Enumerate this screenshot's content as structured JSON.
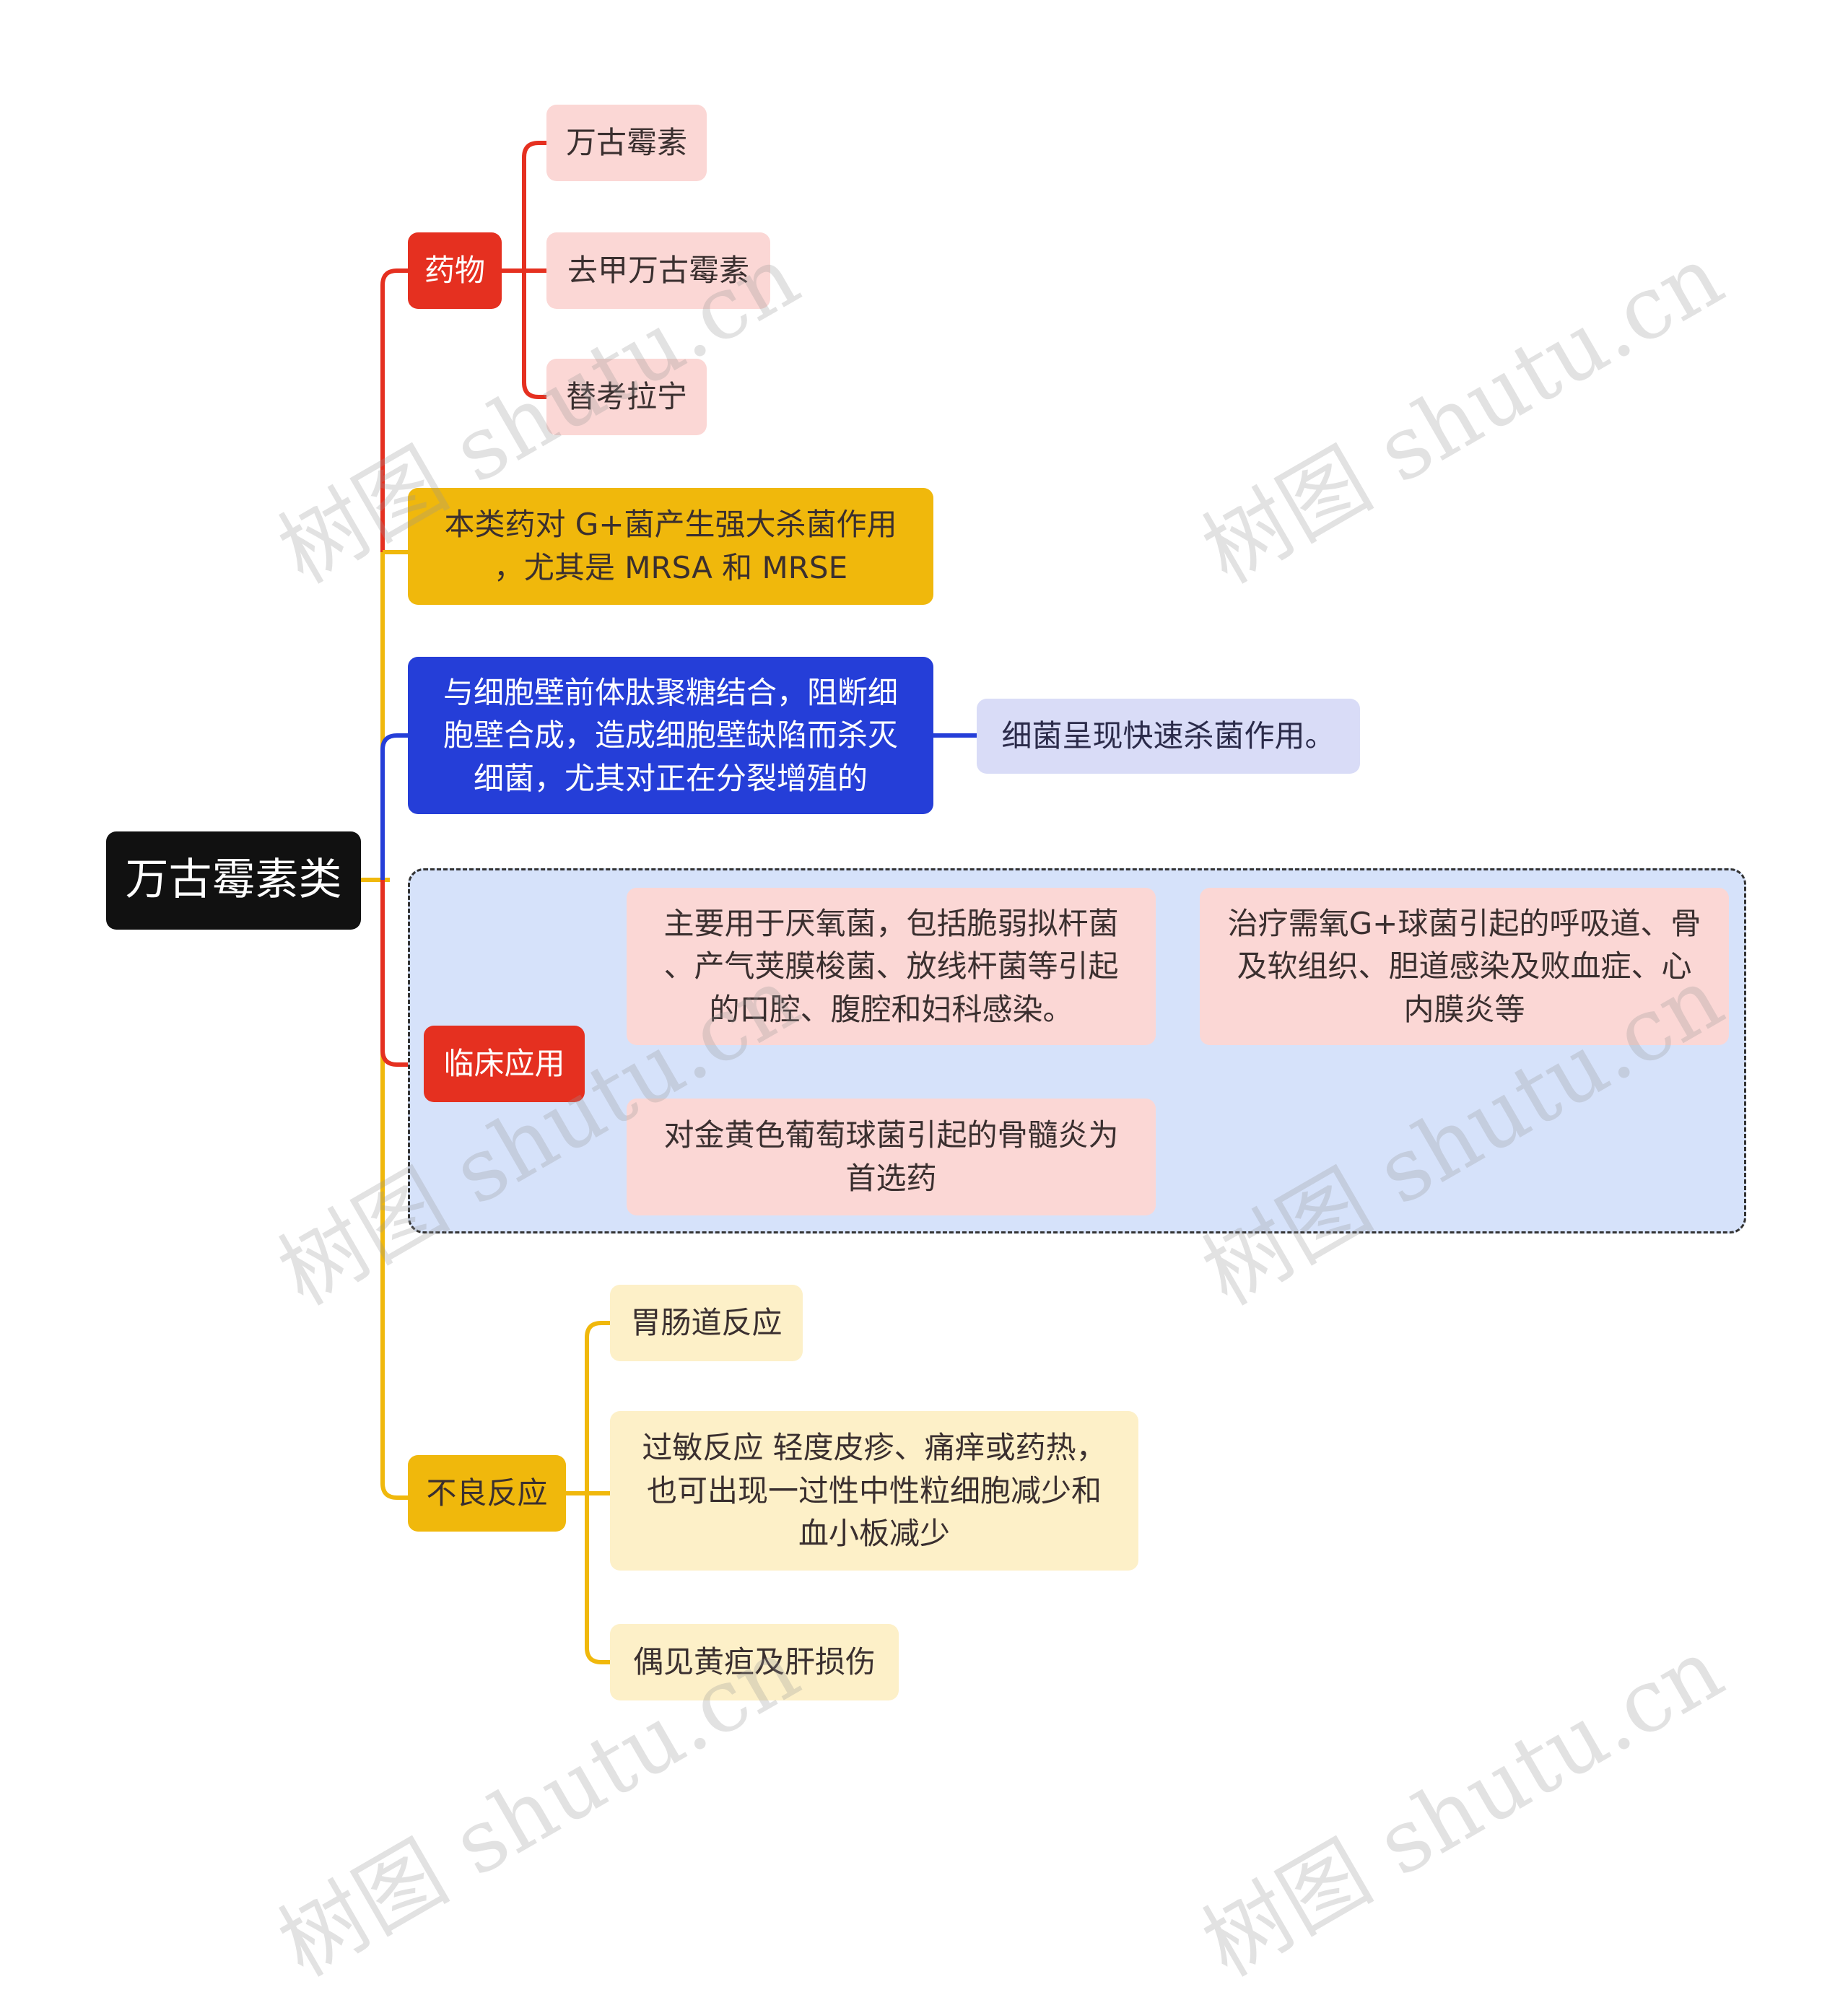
{
  "root": {
    "label": "万古霉素类"
  },
  "branches": {
    "drugs": {
      "label": "药物",
      "items": [
        "万古霉素",
        "去甲万古霉素",
        "替考拉宁"
      ]
    },
    "spectrum": {
      "line1": "本类药对 G+菌产生强大杀菌作用",
      "line2": "，尤其是 MRSA 和 MRSE"
    },
    "mechanism": {
      "line1": "与细胞壁前体肽聚糖结合，阻断细",
      "line2": "胞壁合成，造成细胞壁缺陷而杀灭",
      "line3": "细菌，尤其对正在分裂增殖的",
      "child": "细菌呈现快速杀菌作用。"
    },
    "clinical": {
      "label": "临床应用",
      "item1": {
        "line1": "主要用于厌氧菌，包括脆弱拟杆菌",
        "line2": "、产气荚膜梭菌、放线杆菌等引起",
        "line3": "的口腔、腹腔和妇科感染。"
      },
      "item1_child": {
        "line1": "治疗需氧G+球菌引起的呼吸道、骨",
        "line2": "及软组织、胆道感染及败血症、心",
        "line3": "内膜炎等"
      },
      "item2": {
        "line1": "对金黄色葡萄球菌引起的骨髓炎为",
        "line2": "首选药"
      }
    },
    "adverse": {
      "label": "不良反应",
      "item1": "胃肠道反应",
      "item2": {
        "line1": "过敏反应 轻度皮疹、痛痒或药热，",
        "line2": "也可出现一过性中性粒细胞减少和",
        "line3": "血小板减少"
      },
      "item3": "偶见黄疸及肝损伤"
    }
  },
  "colors": {
    "red": "#e53020",
    "gold": "#f0b80c",
    "blue": "#253ed8",
    "root": "#111111"
  },
  "watermark": "树图 shutu.cn"
}
